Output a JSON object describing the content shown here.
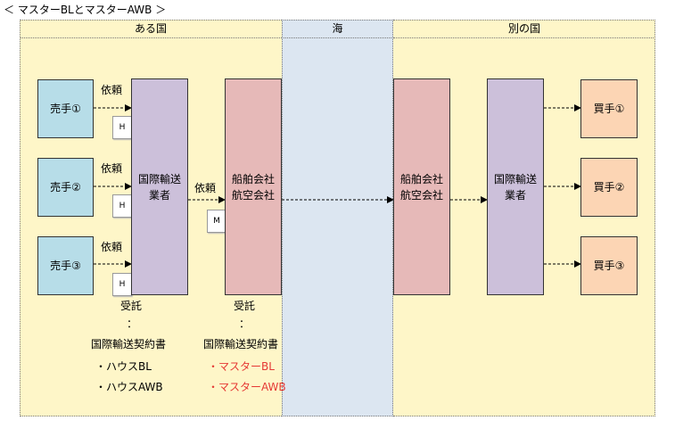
{
  "title": "＜ マスターBLとマスターAWB ＞",
  "regions": {
    "left": "ある国",
    "sea": "海",
    "right": "別の国"
  },
  "colors": {
    "land": "#fef6c8",
    "sea": "#dce6f1",
    "seller": "#b7dde8",
    "buyer": "#fcd5b4",
    "forwarder": "#ccc0da",
    "carrier": "#e6b9b8",
    "master_doc_text": "#e53935"
  },
  "sellers": [
    "売手①",
    "売手②",
    "売手③"
  ],
  "buyers": [
    "買手①",
    "買手②",
    "買手③"
  ],
  "forwarder_origin": "国際輸送\n業者",
  "carrier_origin": "船舶会社\n航空会社",
  "carrier_dest": "船舶会社\n航空会社",
  "forwarder_dest": "国際輸送\n業者",
  "request_label": "依頼",
  "docs": {
    "house": "H",
    "master": "M"
  },
  "house_notes": {
    "accept": "受託",
    "dots": "：",
    "contract": "国際輸送契約書",
    "doc1": "・ハウスBL",
    "doc2": "・ハウスAWB"
  },
  "master_notes": {
    "accept": "受託",
    "dots": "：",
    "contract": "国際輸送契約書",
    "doc1": "・マスターBL",
    "doc2": "・マスターAWB"
  }
}
